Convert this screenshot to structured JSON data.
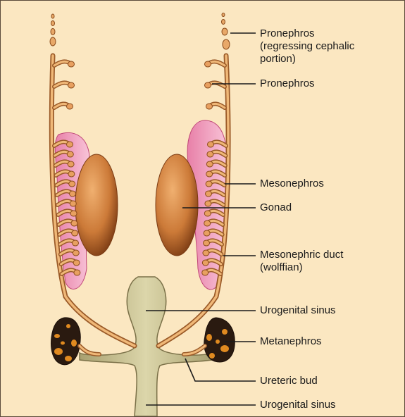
{
  "labels": {
    "pronephros_regressing_line1": "Pronephros",
    "pronephros_regressing_line2": "(regressing cephalic",
    "pronephros_regressing_line3": "portion)",
    "pronephros": "Pronephros",
    "mesonephros": "Mesonephros",
    "gonad": "Gonad",
    "mesonephric_duct_line1": "Mesonephric duct",
    "mesonephric_duct_line2": "(wolffian)",
    "urogenital_sinus_upper": "Urogenital sinus",
    "metanephros": "Metanephros",
    "ureteric_bud": "Ureteric bud",
    "urogenital_sinus_lower": "Urogenital sinus"
  },
  "colors": {
    "background": "#fbe7c1",
    "duct": "#c8864a",
    "duct_light": "#f0b878",
    "mesonephros_pink": "#f2a6c2",
    "gonad": "#c8783a",
    "gonad_light": "#e8a060",
    "sinus": "#c8c294",
    "metanephros_dark": "#2a1a10",
    "metanephros_orange": "#e08a20",
    "leader_line": "#1a1a1a"
  }
}
